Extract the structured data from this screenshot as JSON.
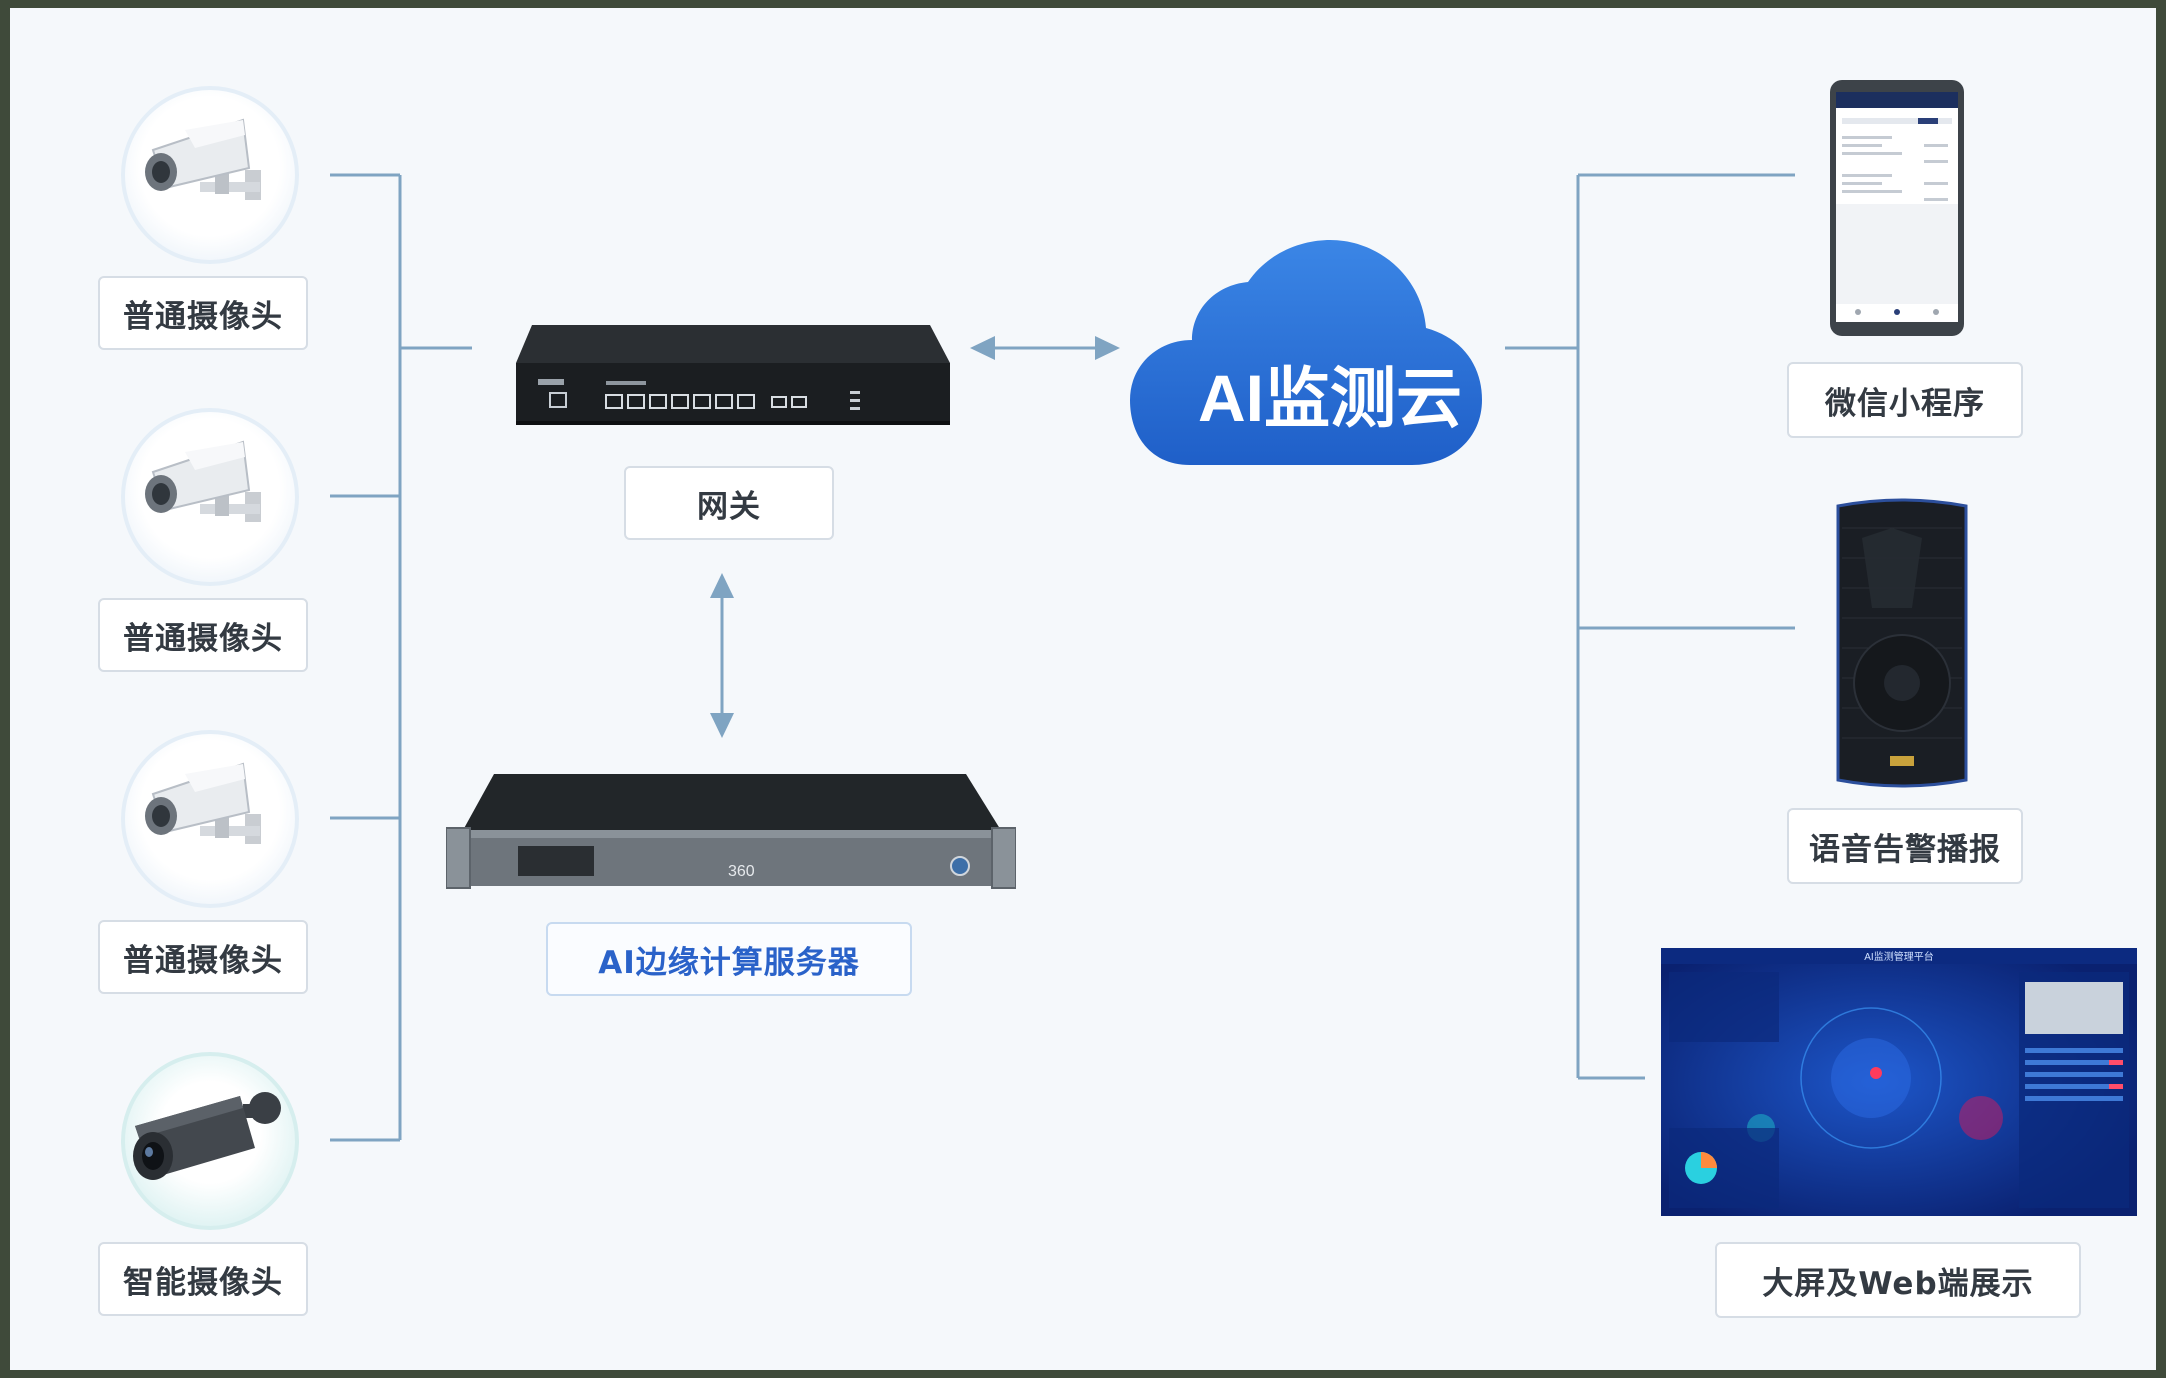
{
  "cameras": [
    {
      "label": "普通摄像头",
      "type": "normal"
    },
    {
      "label": "普通摄像头",
      "type": "normal"
    },
    {
      "label": "普通摄像头",
      "type": "normal"
    },
    {
      "label": "智能摄像头",
      "type": "smart"
    }
  ],
  "gateway": {
    "label": "网关"
  },
  "edge_server": {
    "label": "AI边缘计算服务器",
    "brand": "360"
  },
  "cloud": {
    "label": "AI监测云"
  },
  "outputs": [
    {
      "label": "微信小程序"
    },
    {
      "label": "语音告警播报"
    },
    {
      "label": "大屏及Web端展示"
    }
  ],
  "dashboard": {
    "title": "AI监测管理平台"
  },
  "colors": {
    "line": "#7fa4c2",
    "arrow": "#7fa4c2",
    "cloud_top": "#3b86e6",
    "cloud_bottom": "#1f5fc8",
    "edge_label": "#2a62c9"
  }
}
